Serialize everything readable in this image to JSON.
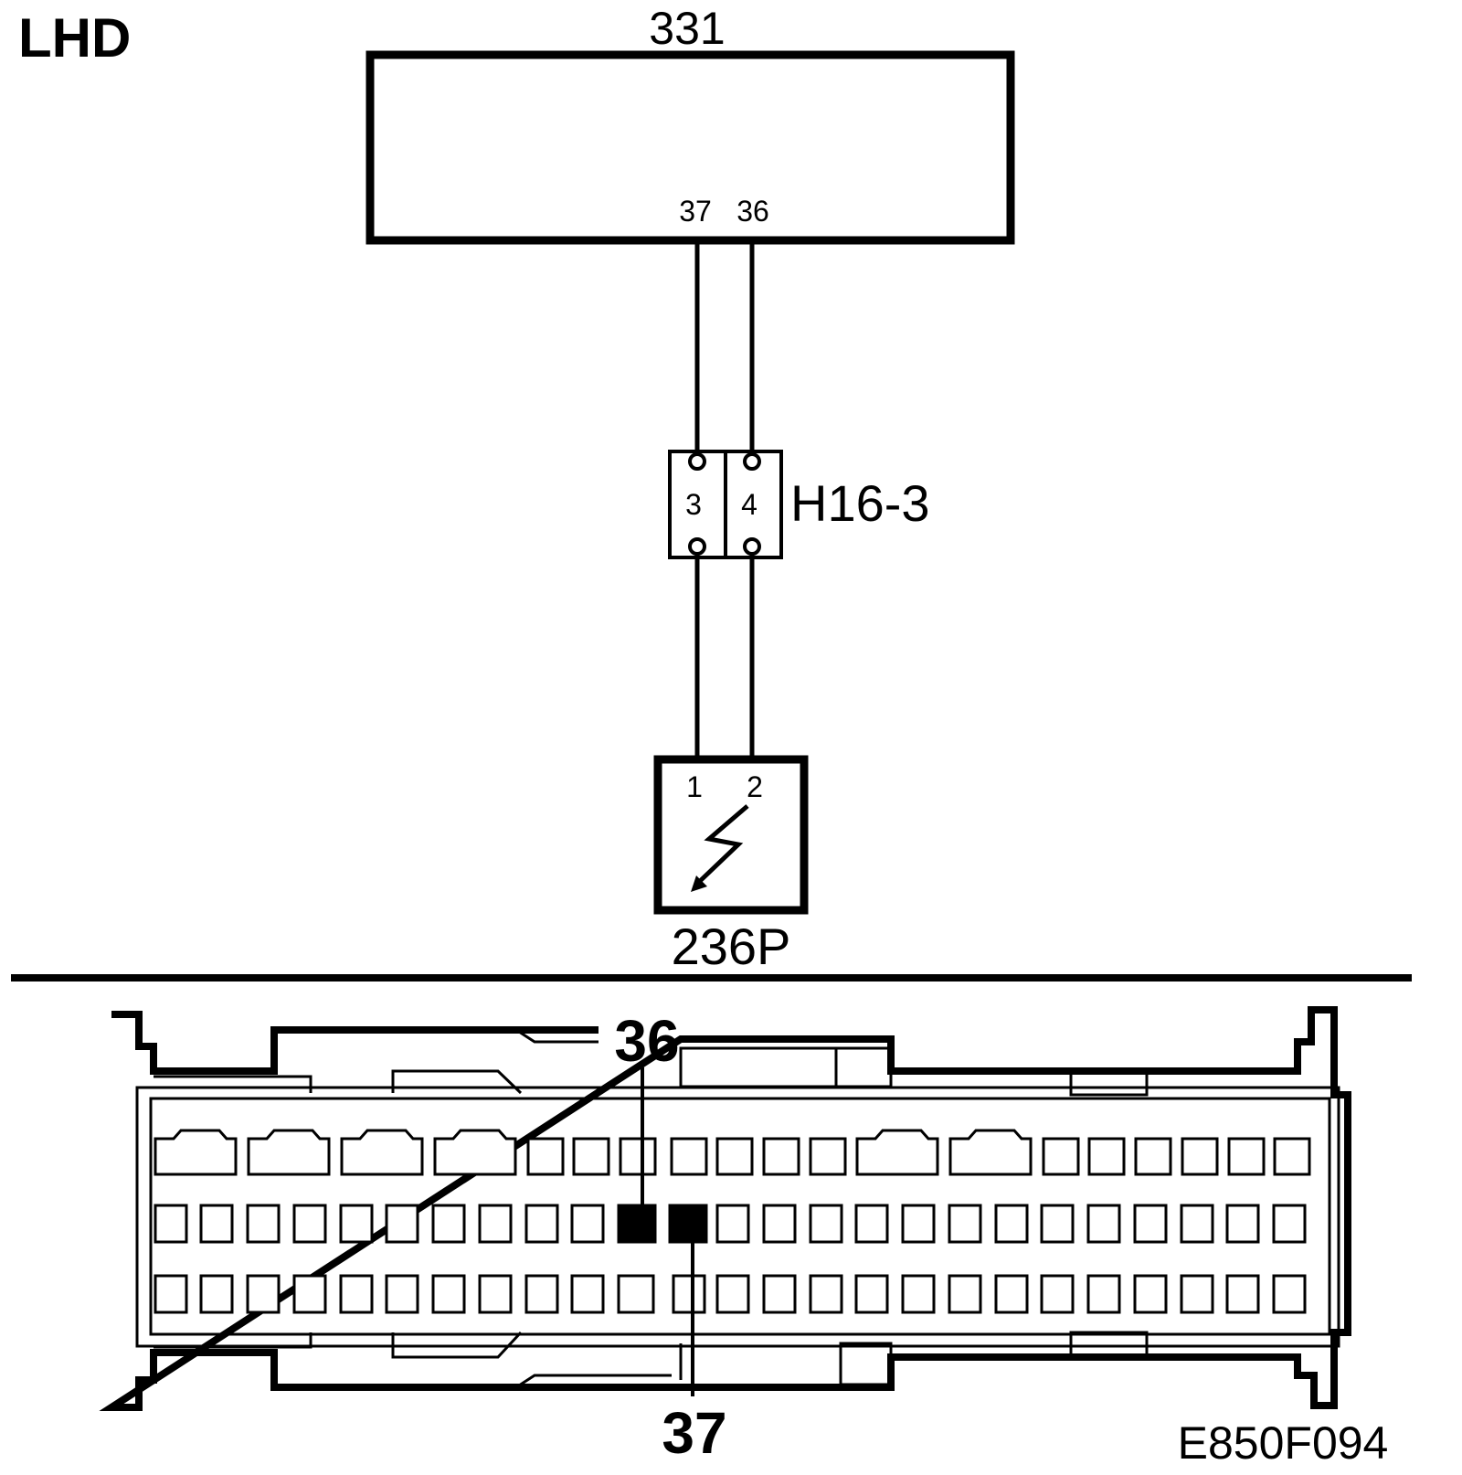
{
  "variant_label": "LHD",
  "module": {
    "id": "331",
    "pins": [
      "37",
      "36"
    ]
  },
  "connector_h16": {
    "id": "H16-3",
    "pins": [
      "3",
      "4"
    ]
  },
  "sensor": {
    "id": "236P",
    "pins": [
      "1",
      "2"
    ]
  },
  "connector_view": {
    "pin_top": "36",
    "pin_bottom": "37"
  },
  "figure_code": "E850F094",
  "colors": {
    "line": "#000000",
    "background": "#ffffff",
    "highlight_pin": "#000000"
  }
}
